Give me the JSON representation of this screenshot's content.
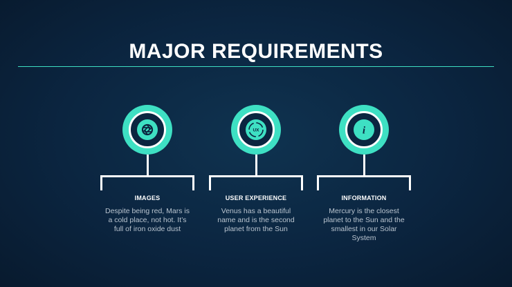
{
  "title": "MAJOR REQUIREMENTS",
  "accent_color": "#3ee0c3",
  "items": [
    {
      "icon": "camera-aperture-icon",
      "label": "IMAGES",
      "description": "Despite being red, Mars is a cold place, not hot. It’s full of iron oxide dust"
    },
    {
      "icon": "ux-badge-icon",
      "icon_text": "UX",
      "label": "USER EXPERIENCE",
      "description": "Venus has a beautiful name and is the second planet from the Sun"
    },
    {
      "icon": "info-icon",
      "icon_text": "i",
      "label": "INFORMATION",
      "description": "Mercury is the closest planet to the Sun and the smallest in our Solar System"
    }
  ]
}
